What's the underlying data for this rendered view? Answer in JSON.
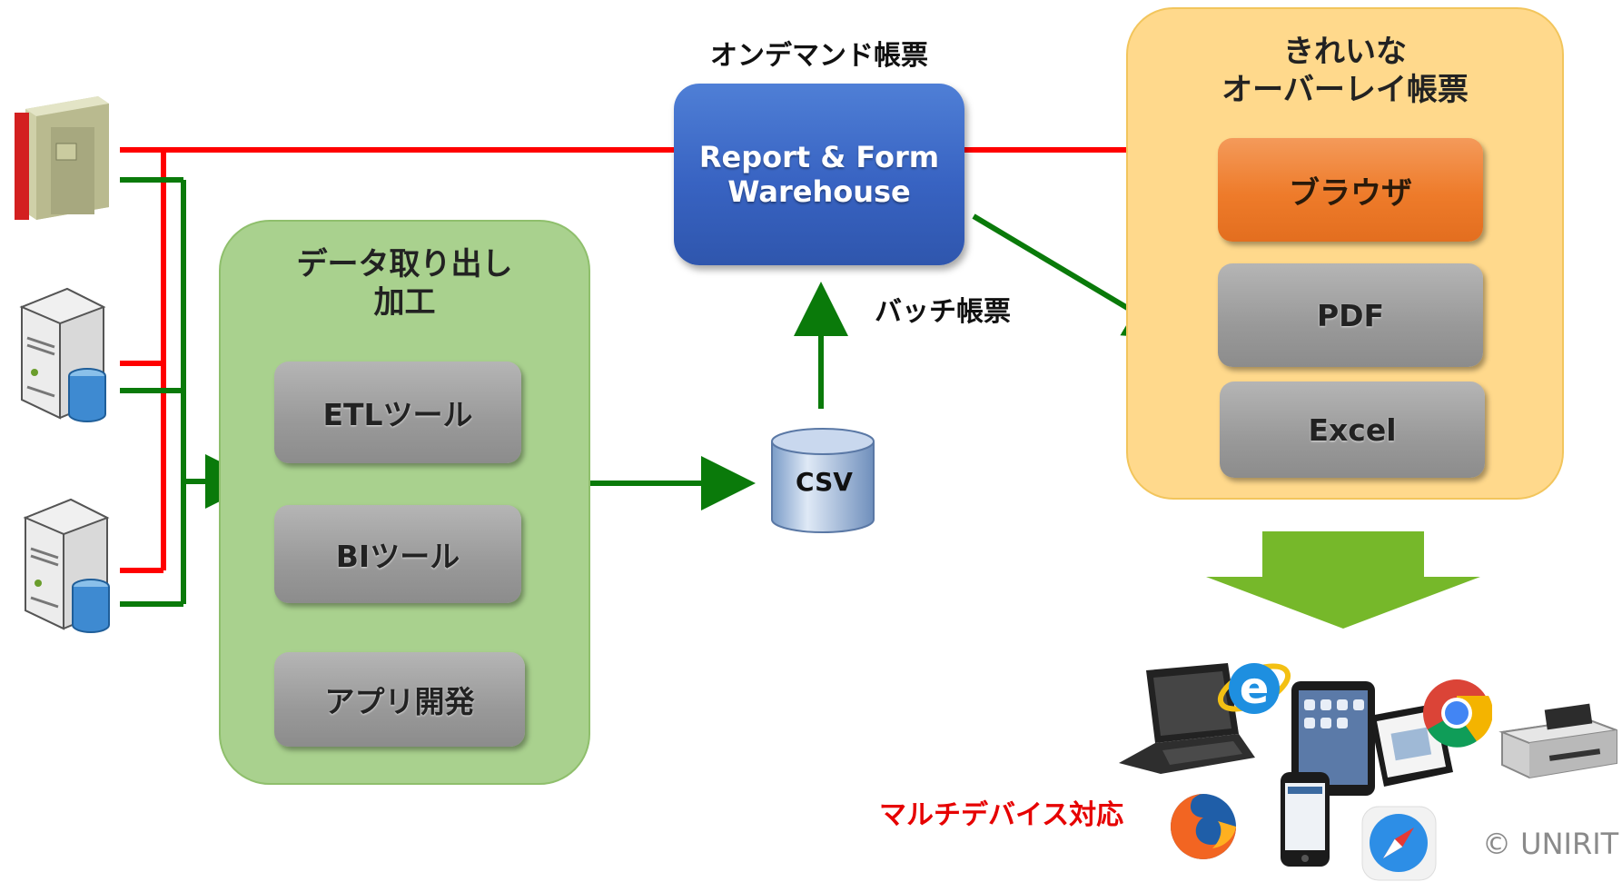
{
  "on_demand_label": "オンデマンド帳票",
  "batch_label": "バッチ帳票",
  "rfw_label": "Report & Form\nWarehouse",
  "extract_panel": {
    "title": "データ取り出し\n加工",
    "items": [
      "ETLツール",
      "BIツール",
      "アプリ開発"
    ]
  },
  "csv_label": "CSV",
  "overlay_panel": {
    "title": "きれいな\nオーバーレイ帳票",
    "items": [
      "ブラウザ",
      "PDF",
      "Excel"
    ]
  },
  "multidevice_label": "マルチデバイス対応",
  "copyright": "© UNIRIT",
  "colors": {
    "red_line": "#ff0000",
    "green_line": "#0a7a0a",
    "rfw_blue": "#3863c2",
    "green_panel": "#a9d18e",
    "yellow_panel": "#ffd98c",
    "orange_button": "#ee7b2a",
    "red_text": "#e60000",
    "big_arrow": "#76b82a"
  },
  "icons": [
    "mainframe-server-icon",
    "database-server-icon",
    "database-server-icon",
    "csv-database-icon",
    "laptop-icon",
    "internet-explorer-icon",
    "tablet-icon",
    "tablet-icon",
    "chrome-icon",
    "printer-icon",
    "firefox-icon",
    "smartphone-icon",
    "safari-icon"
  ]
}
